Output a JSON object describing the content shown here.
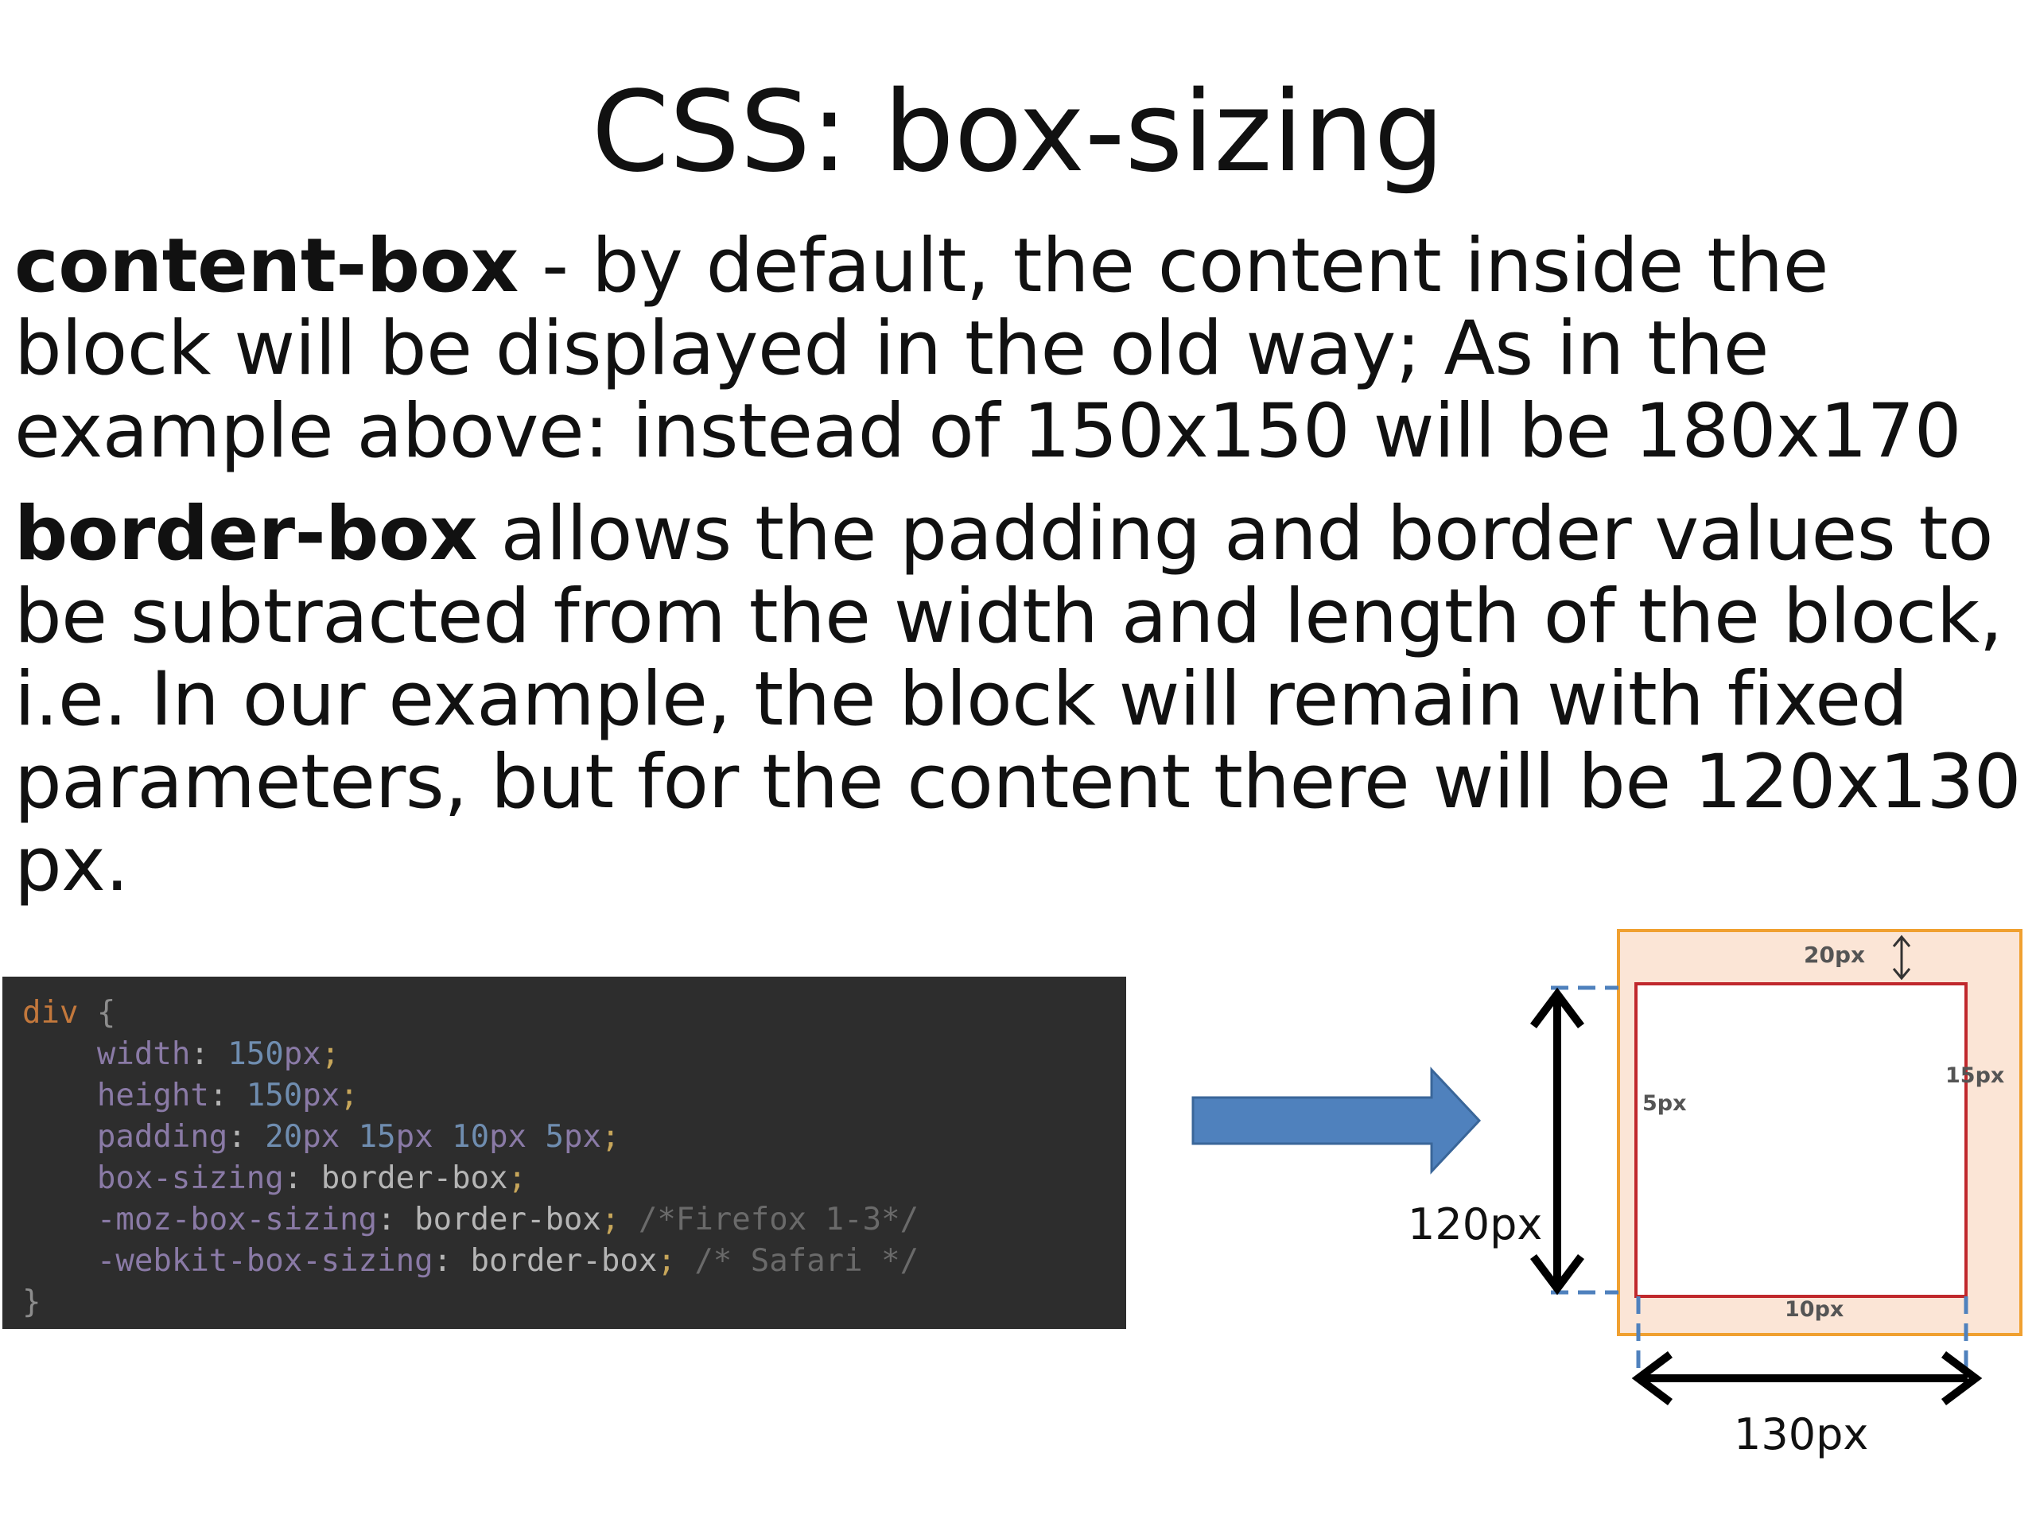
{
  "slide": {
    "title": "CSS: box-sizing"
  },
  "paragraphs": [
    {
      "term": "content-box",
      "text": " - by default, the content inside the block will be displayed in the old way; As in the example above: instead of 150x150 will be 180x170"
    },
    {
      "term": "border-box",
      "text": " allows the padding and border values to be subtracted from the width and length of the block, i.e. In our example, the block will remain with fixed parameters, but for the content there will be 120x130 px."
    }
  ],
  "code": {
    "lines": [
      [
        {
          "t": "div",
          "c": "sel"
        },
        {
          "t": " {",
          "c": "brace"
        }
      ],
      [
        {
          "t": "    width",
          "c": "prop"
        },
        {
          "t": ": ",
          "c": "colon"
        },
        {
          "t": "150",
          "c": "num"
        },
        {
          "t": "px",
          "c": "unit"
        },
        {
          "t": ";",
          "c": "punct"
        }
      ],
      [
        {
          "t": "    height",
          "c": "prop"
        },
        {
          "t": ": ",
          "c": "colon"
        },
        {
          "t": "150",
          "c": "num"
        },
        {
          "t": "px",
          "c": "unit"
        },
        {
          "t": ";",
          "c": "punct"
        }
      ],
      [
        {
          "t": "    padding",
          "c": "prop"
        },
        {
          "t": ": ",
          "c": "colon"
        },
        {
          "t": "20",
          "c": "num"
        },
        {
          "t": "px ",
          "c": "unit"
        },
        {
          "t": "15",
          "c": "num"
        },
        {
          "t": "px ",
          "c": "unit"
        },
        {
          "t": "10",
          "c": "num"
        },
        {
          "t": "px ",
          "c": "unit"
        },
        {
          "t": "5",
          "c": "num"
        },
        {
          "t": "px",
          "c": "unit"
        },
        {
          "t": ";",
          "c": "punct"
        }
      ],
      [
        {
          "t": "    box-sizing",
          "c": "prop"
        },
        {
          "t": ": ",
          "c": "colon"
        },
        {
          "t": "border-box",
          "c": "val"
        },
        {
          "t": ";",
          "c": "punct"
        }
      ],
      [
        {
          "t": "    -moz-box-sizing",
          "c": "prop"
        },
        {
          "t": ": ",
          "c": "colon"
        },
        {
          "t": "border-box",
          "c": "val"
        },
        {
          "t": "; ",
          "c": "punct"
        },
        {
          "t": "/*Firefox 1-3*/",
          "c": "comment"
        }
      ],
      [
        {
          "t": "    -webkit-box-sizing",
          "c": "prop"
        },
        {
          "t": ": ",
          "c": "colon"
        },
        {
          "t": "border-box",
          "c": "val"
        },
        {
          "t": "; ",
          "c": "punct"
        },
        {
          "t": "/* Safari */",
          "c": "comment"
        }
      ],
      [
        {
          "t": "}",
          "c": "brace"
        }
      ]
    ]
  },
  "diagram": {
    "label_padding_top": "20px",
    "label_padding_right": "15px",
    "label_padding_bottom": "10px",
    "label_padding_left": "5px",
    "label_content_height": "120px",
    "label_content_width": "130px",
    "colors": {
      "arrow": "#4f81bd",
      "outer_fill": "#fbe5d6",
      "outer_border": "#f0a030",
      "inner_border": "#c0282c",
      "dashed_guides": "#4f81bd"
    }
  }
}
